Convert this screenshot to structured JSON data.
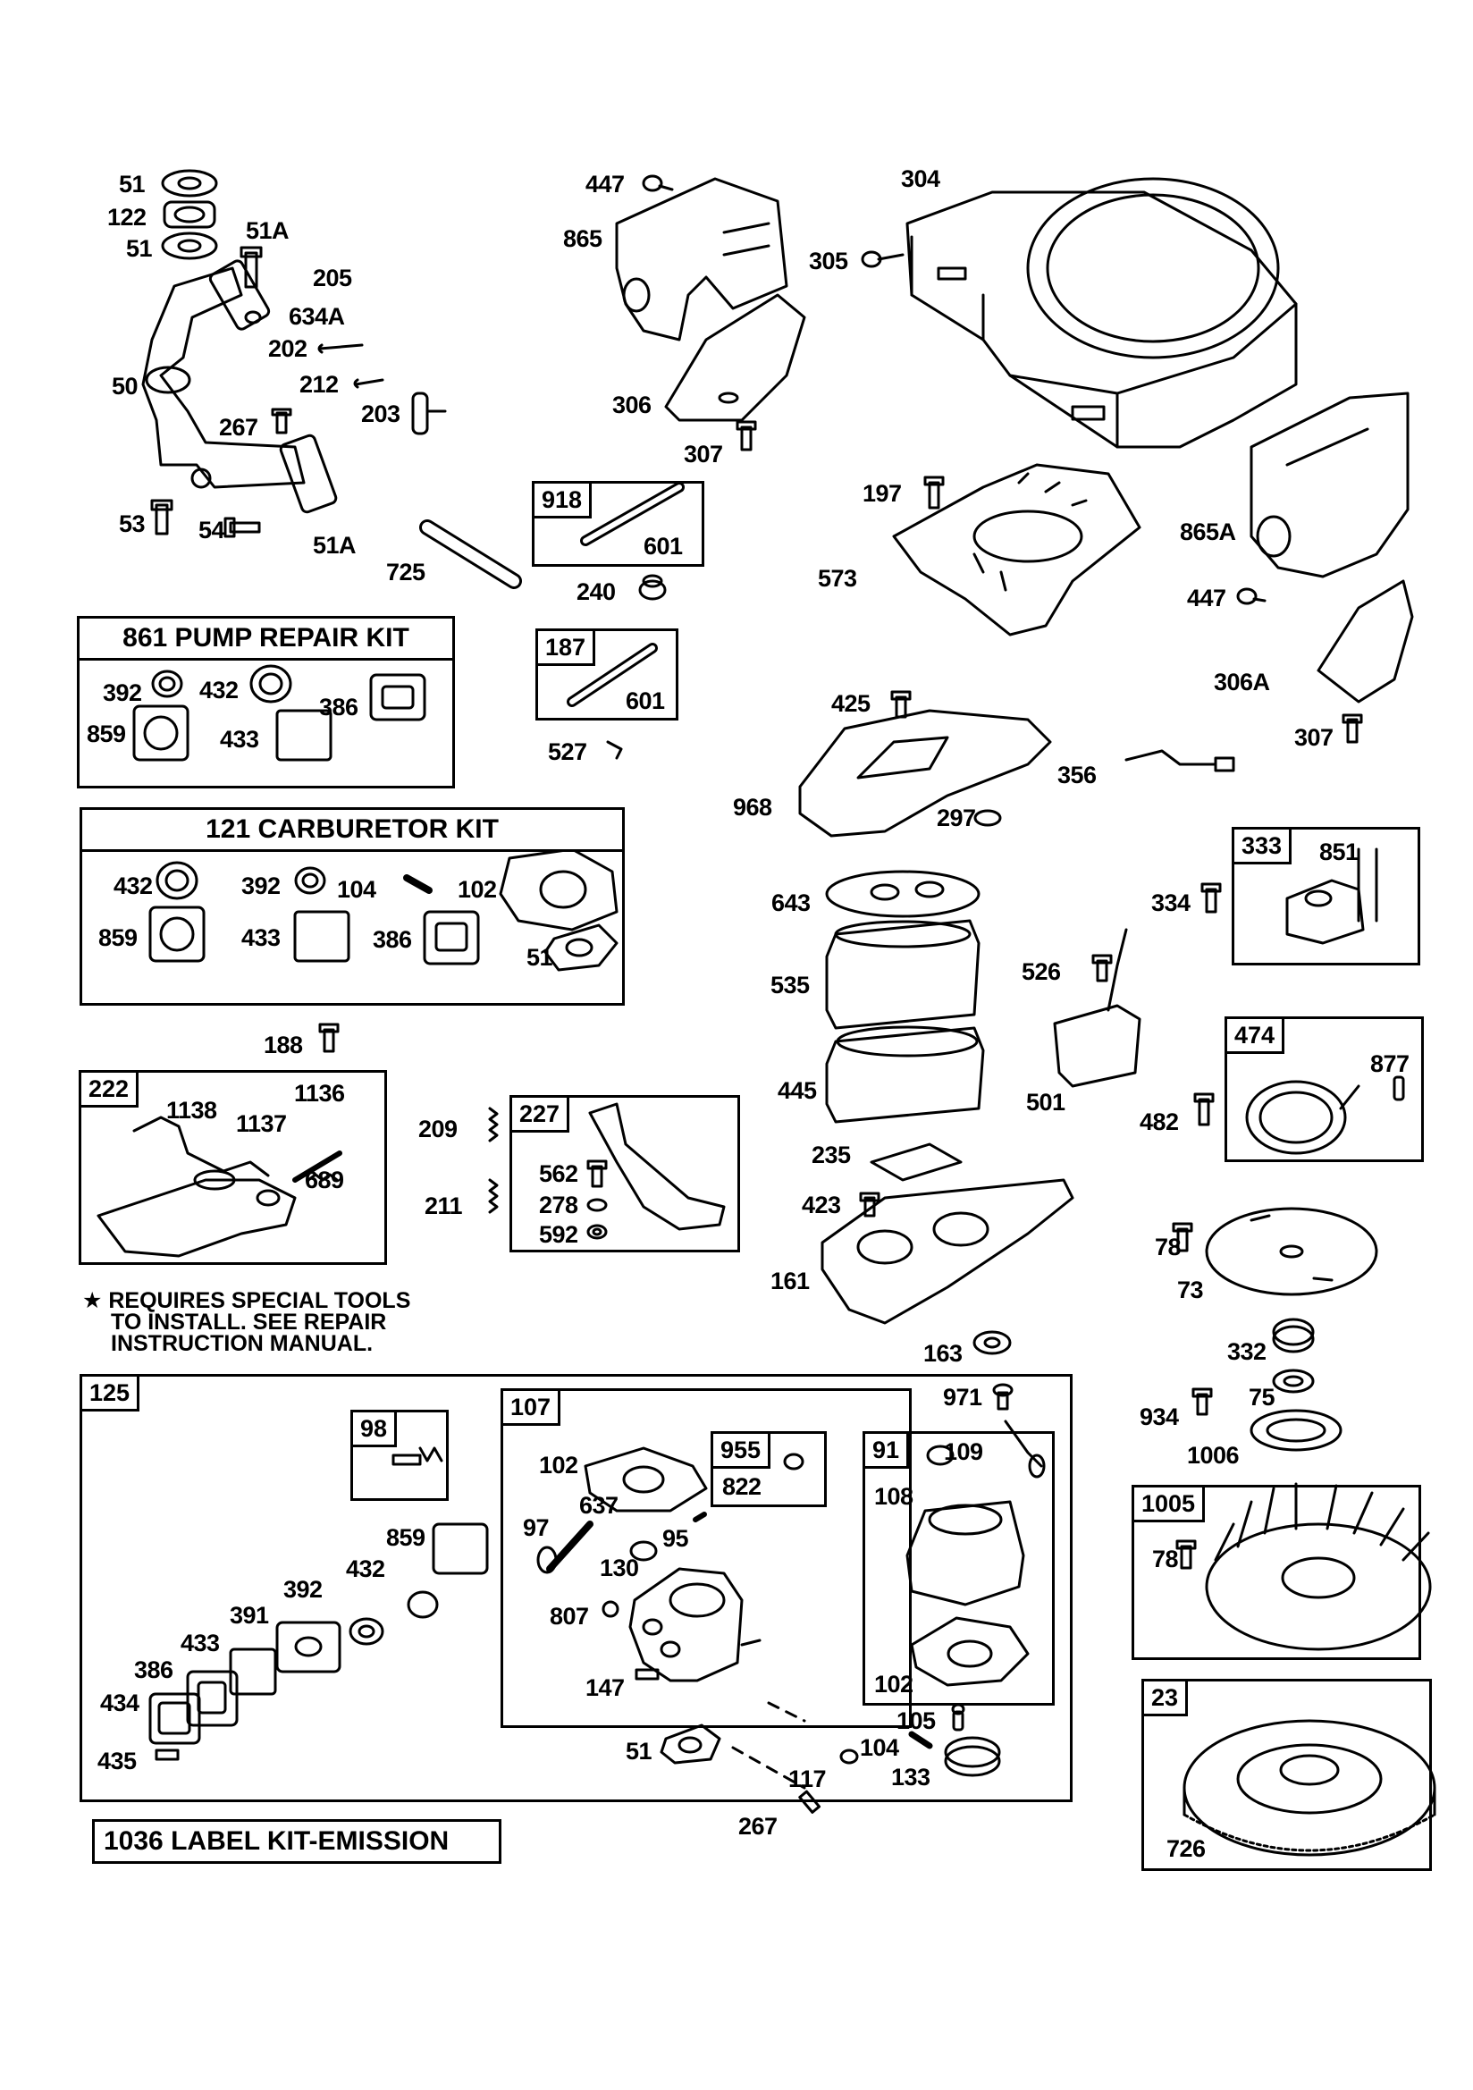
{
  "labels": {
    "l51a": "51",
    "l122": "122",
    "l51b": "51",
    "l51A_top": "51A",
    "l205": "205",
    "l634A": "634A",
    "l202": "202",
    "l50": "50",
    "l212": "212",
    "l203": "203",
    "l267_top": "267",
    "l53": "53",
    "l54": "54",
    "l51A_bot": "51A",
    "l725": "725",
    "l447_top": "447",
    "l865": "865",
    "l304": "304",
    "l305": "305",
    "l306": "306",
    "l307_top": "307",
    "l197": "197",
    "l573": "573",
    "l865A": "865A",
    "l447_mid": "447",
    "l306A": "306A",
    "l307_mid": "307",
    "l240": "240",
    "l527": "527",
    "l425": "425",
    "l968": "968",
    "l356": "356",
    "l297": "297",
    "l643": "643",
    "l535": "535",
    "l445": "445",
    "l235": "235",
    "l423": "423",
    "l161": "161",
    "l163": "163",
    "l334": "334",
    "l526": "526",
    "l501": "501",
    "l482": "482",
    "l188": "188",
    "l209": "209",
    "l211": "211",
    "l78_a": "78",
    "l73": "73",
    "l332": "332",
    "l934": "934",
    "l75": "75",
    "l1006": "1006",
    "l971": "971",
    "l51_carb": "51",
    "l117": "117",
    "l104_c": "104",
    "l105": "105",
    "l133": "133",
    "l267_bot": "267",
    "l726": "726"
  },
  "boxes": {
    "b918": {
      "tag": "918",
      "part": "601"
    },
    "b187": {
      "tag": "187",
      "part": "601"
    },
    "b333": {
      "tag": "333",
      "part": "851"
    },
    "b474": {
      "tag": "474",
      "part": "877"
    },
    "b222": {
      "tag": "222",
      "p1": "1138",
      "p2": "1137",
      "p3": "1136",
      "p4": "689"
    },
    "b227": {
      "tag": "227",
      "p1": "562",
      "p2": "278",
      "p3": "592"
    },
    "b1005": {
      "tag": "1005",
      "part": "78"
    },
    "b23": {
      "tag": "23"
    },
    "b125": {
      "tag": "125",
      "p859": "859",
      "p432": "432",
      "p392": "392",
      "p391": "391",
      "p433": "433",
      "p386": "386",
      "p434": "434",
      "p435": "435"
    },
    "b98": {
      "tag": "98"
    },
    "b107": {
      "tag": "107",
      "p102": "102",
      "p97": "97",
      "p637": "637",
      "p95": "95",
      "p130": "130",
      "p807": "807",
      "p147": "147"
    },
    "b955": {
      "tag": "955",
      "part": "822"
    },
    "b91": {
      "tag": "91",
      "p109": "109",
      "p108": "108",
      "p102": "102"
    }
  },
  "kits": {
    "pump": {
      "title": "861 PUMP REPAIR KIT",
      "p392": "392",
      "p432": "432",
      "p386": "386",
      "p859": "859",
      "p433": "433"
    },
    "carb": {
      "title": "121 CARBURETOR KIT",
      "p432": "432",
      "p392": "392",
      "p104": "104",
      "p102": "102",
      "p859": "859",
      "p433": "433",
      "p386": "386",
      "p51": "51"
    }
  },
  "note": {
    "line1": "★ REQUIRES SPECIAL TOOLS",
    "line2": "TO INSTALL.  SEE REPAIR",
    "line3": "INSTRUCTION MANUAL."
  },
  "label_kit": "1036 LABEL KIT-EMISSION"
}
